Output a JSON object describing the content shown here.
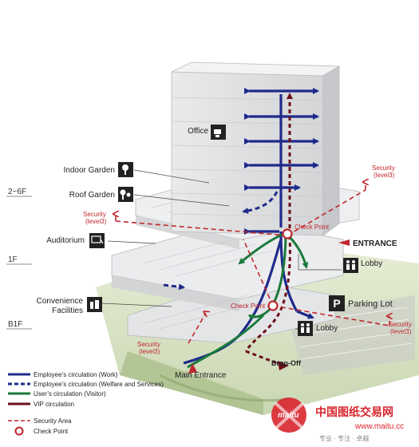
{
  "floors": {
    "upper": "2~6F",
    "first": "1F",
    "basement": "B1F"
  },
  "spaces": {
    "office": "Office",
    "indoor_garden": "Indoor Garden",
    "roof_garden": "Roof Garden",
    "auditorium": "Auditorium",
    "convenience_line1": "Convenience",
    "convenience_line2": "Facilities",
    "lobby_upper": "Lobby",
    "lobby_lower": "Lobby",
    "parking_lot": "Parking Lot",
    "parking_badge": "P",
    "entrance": "ENTRANCE",
    "main_entrance": "Main Entrance",
    "drop_off": "Drop-Off"
  },
  "security": {
    "title": "Security",
    "level": "(level3)",
    "top_right_title": "Security",
    "top_right_level": "(level3)",
    "left_title": "Security",
    "left_level": "(level3)",
    "bottom_left_title": "Security",
    "bottom_left_level": "(level3)",
    "bottom_right_title": "Security",
    "bottom_right_level": "(level3)"
  },
  "checkpoints": {
    "upper": "Check Point",
    "lower": "Check Point"
  },
  "legend": {
    "employee_work": "Employee’s circulation (Work)",
    "employee_welfare": "Employee’s circulation (Welfare and Services)",
    "visitor": "User’s circulation (Visitor)",
    "vip": "VIP circulation",
    "security_area": "Security Area",
    "check_point": "Check Point"
  },
  "watermark": {
    "brand": "maitu",
    "chinese": "中国图纸交易网",
    "url": "www.maitu.cc",
    "slogan": "专业 · 专注 · 卓越"
  },
  "colors": {
    "employee": "#1f2a8c",
    "visitor": "#1a7a3c",
    "vip": "#6b0f1a",
    "security": "#c0262d",
    "watermark_red": "#d8262d"
  }
}
